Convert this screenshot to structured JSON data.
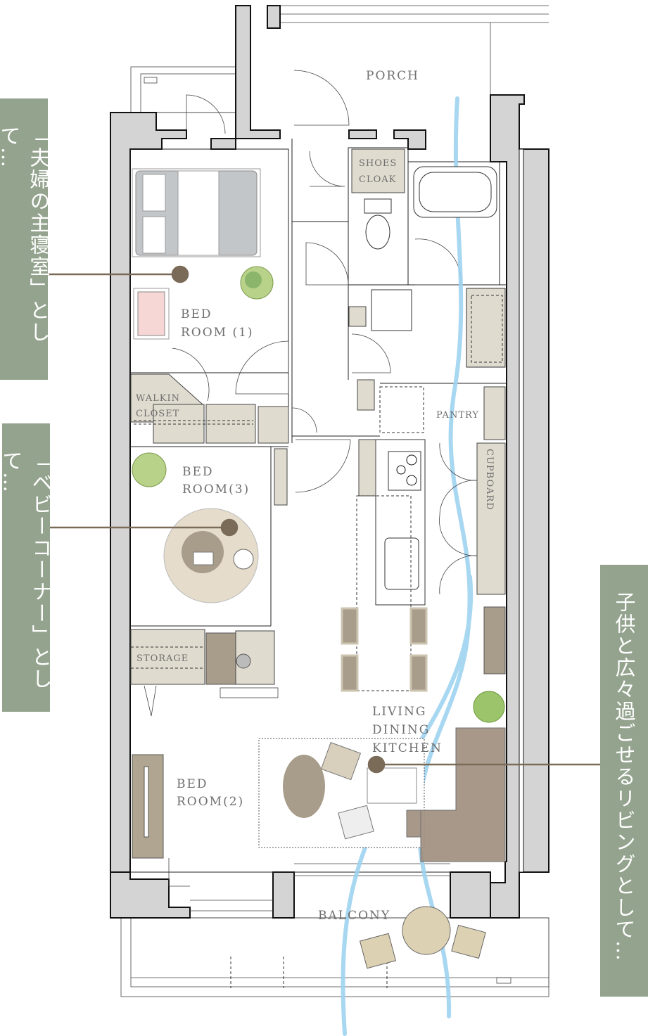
{
  "callouts": [
    {
      "text": "「夫婦の主寝室」として…"
    },
    {
      "text": "「ベビーコーナー」として…"
    },
    {
      "text": "子供と広々過ごせるリビングとして…"
    }
  ],
  "rooms": {
    "porch": "PORCH",
    "shoes_cloak": [
      "SHOES",
      "CLOAK"
    ],
    "bedroom1": [
      "BED",
      "ROOM (1)"
    ],
    "walkin_closet": [
      "WALKIN",
      "CLOSET"
    ],
    "bedroom3": [
      "BED",
      "ROOM(3)"
    ],
    "storage": "STORAGE",
    "bedroom2": [
      "BED",
      "ROOM(2)"
    ],
    "ldk": [
      "LIVING",
      "DINING",
      "KITCHEN"
    ],
    "pantry": "PANTRY",
    "cupboard": "CUPBOARD",
    "balcony": "BALCONY"
  },
  "colors": {
    "callout_bg": "#94a38e",
    "marker": "#7a6a58",
    "airflow": "#9fd3f0",
    "wall": "#d4d4d4",
    "storage": "#e0dbcf"
  }
}
